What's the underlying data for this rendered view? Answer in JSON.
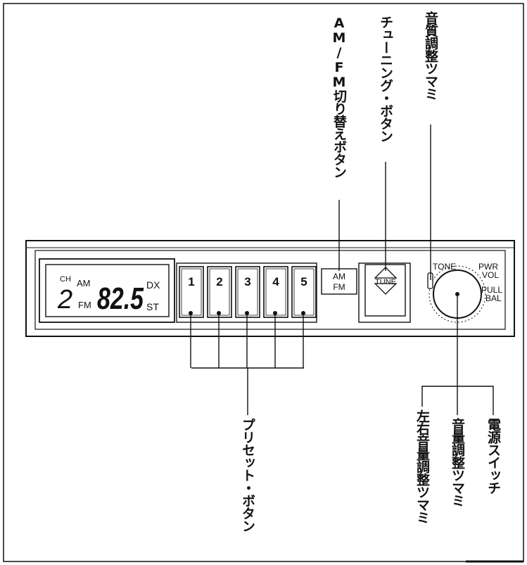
{
  "display": {
    "ch_label": "CH",
    "channel": "2",
    "am": "AM",
    "fm": "FM",
    "frequency": "82.5",
    "dx": "DX",
    "st": "ST"
  },
  "presets": [
    "1",
    "2",
    "3",
    "4",
    "5"
  ],
  "band_button": {
    "line1": "AM",
    "line2": "FM"
  },
  "tune_button": {
    "label": "TUNE"
  },
  "knob": {
    "tone": "TONE",
    "pwr": "PWR",
    "vol": "VOL",
    "pull": "PULL",
    "bal": "BAL"
  },
  "callouts": {
    "band_switch": "AM/FM切り替えボタン",
    "tuning": "チューニング・ボタン",
    "tone_knob": "音質調整ツマミ",
    "preset": "プリセット・ボタン",
    "balance_knob": "左右音量調整ツマミ",
    "volume_knob": "音量調整ツマミ",
    "power_switch": "電源スイッチ"
  },
  "colors": {
    "ink": "#111111",
    "background": "#ffffff"
  }
}
